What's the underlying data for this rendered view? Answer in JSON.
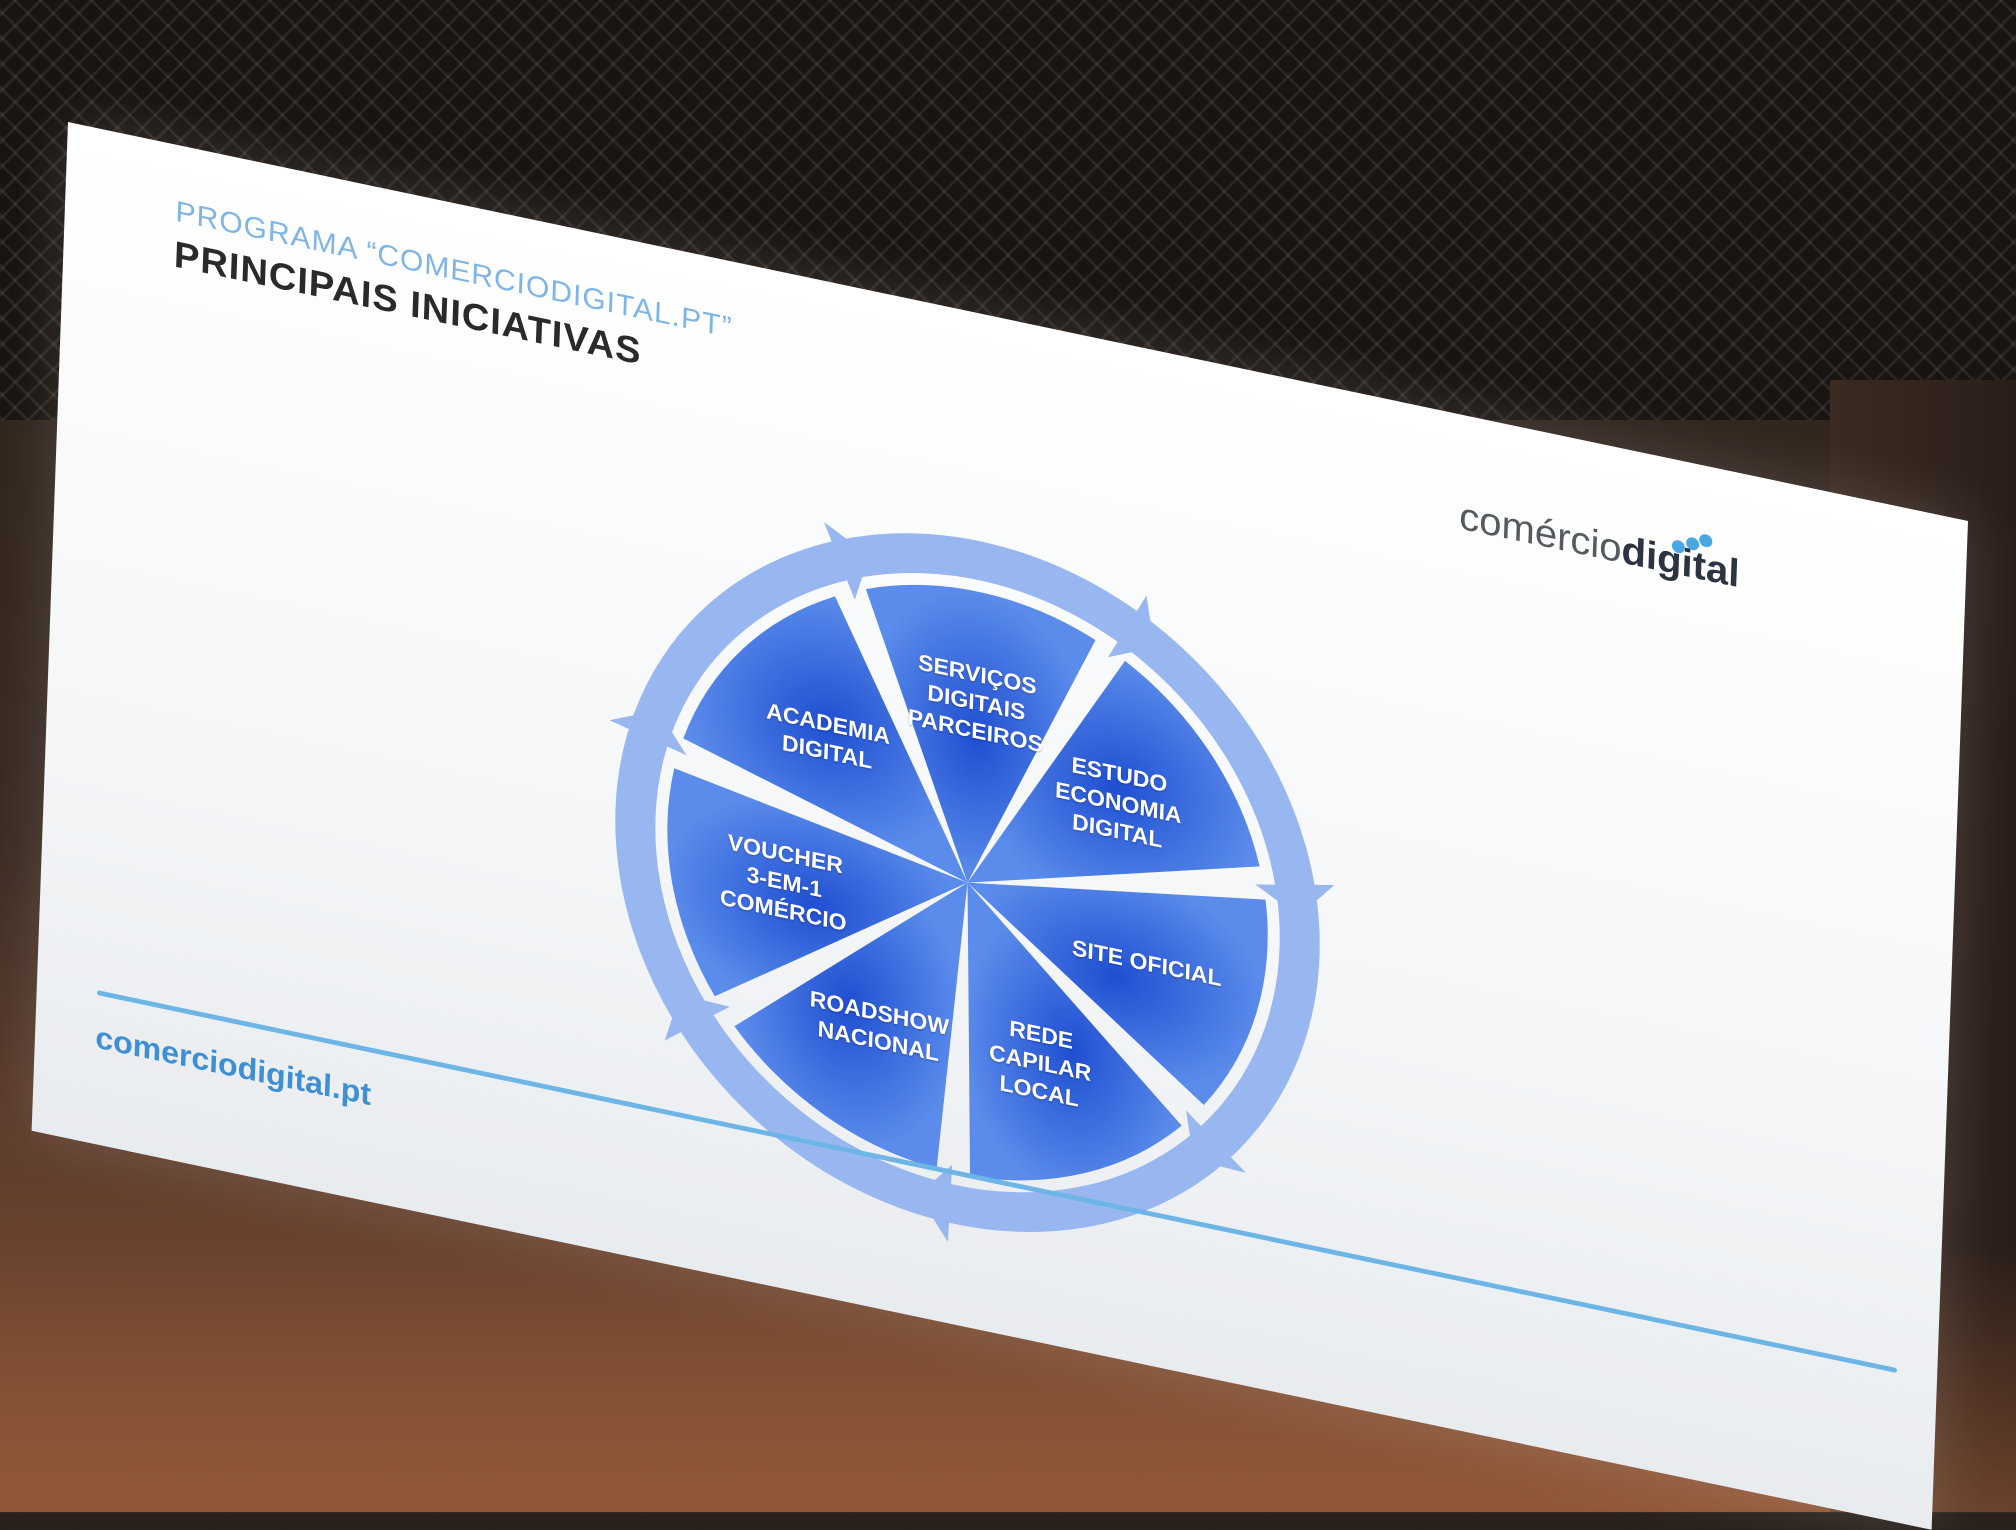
{
  "slide": {
    "subtitle": "PROGRAMA “COMERCIODIGITAL.PT”",
    "title": "PRINCIPAIS INICIATIVAS",
    "logo_part1": "comércio",
    "logo_part2": "digital",
    "footer_url": "comerciodigital.pt"
  },
  "colors": {
    "segment_inner": "#1f4fd1",
    "segment_outer": "#5b8ceb",
    "arrow": "#98b7f0",
    "accent": "#49a7e3"
  },
  "cycle": {
    "segments": [
      {
        "label": "SERVIÇOS\nDIGITAIS\nPARCEIROS"
      },
      {
        "label": "ESTUDO\nECONOMIA\nDIGITAL"
      },
      {
        "label": "SITE OFICIAL"
      },
      {
        "label": "REDE\nCAPILAR\nLOCAL"
      },
      {
        "label": "ROADSHOW\nNACIONAL"
      },
      {
        "label": "VOUCHER\n3-EM-1\nCOMÉRCIO"
      },
      {
        "label": "ACADEMIA\nDIGITAL"
      }
    ]
  }
}
